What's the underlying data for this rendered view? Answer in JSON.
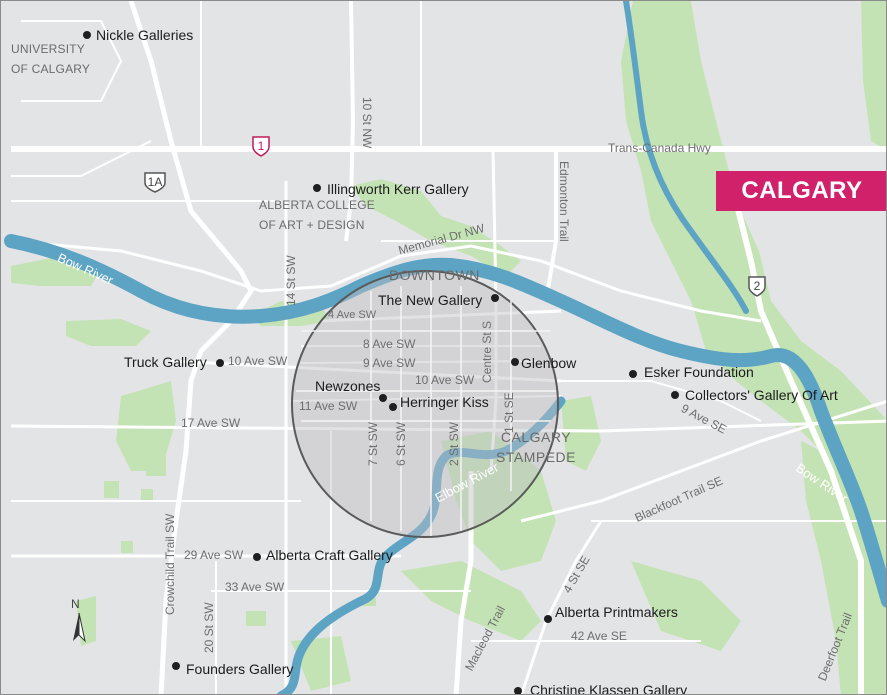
{
  "city": "CALGARY",
  "north": "N",
  "highways": [
    {
      "id": "hwy-1",
      "label": "1",
      "color": "#c2185b"
    },
    {
      "id": "hwy-1a",
      "label": "1A",
      "color": "#555555"
    },
    {
      "id": "hwy-2",
      "label": "2",
      "color": "#555555"
    }
  ],
  "areas": {
    "university": "UNIVERSITY OF CALGARY",
    "university_line1": "UNIVERSITY",
    "university_line2": "OF CALGARY",
    "acad_line1": "ALBERTA COLLEGE",
    "acad_line2": "OF ART + DESIGN",
    "downtown": "DOWNTOWN",
    "stampede_line1": "CALGARY",
    "stampede_line2": "STAMPEDE"
  },
  "rivers": {
    "bow_west": "Bow River",
    "bow_east": "Bow River",
    "elbow": "Elbow River"
  },
  "streets": {
    "trans_canada": "Trans-Canada Hwy",
    "ten_st_nw": "10 St NW",
    "edmonton_trail": "Edmonton Trail",
    "memorial_dr": "Memorial Dr NW",
    "fourteen_st_sw": "14 St SW",
    "four_ave_sw": "4 Ave SW",
    "eight_ave_sw": "8 Ave SW",
    "nine_ave_sw": "9 Ave SW",
    "ten_ave_sw_w": "10 Ave SW",
    "ten_ave_sw": "10 Ave SW",
    "eleven_ave_sw": "11 Ave SW",
    "seventeen_ave_sw": "17 Ave SW",
    "seven_st_sw": "7 St SW",
    "six_st_sw": "6 St SW",
    "two_st_sw": "2 St SW",
    "one_st_se": "1 St SE",
    "centre_st_s": "Centre St S",
    "nine_ave_se": "9 Ave SE",
    "blackfoot_trail": "Blackfoot Trail SE",
    "twenty_nine_ave_sw": "29 Ave SW",
    "thirty_three_ave_sw": "33 Ave SW",
    "crowchild_trail": "Crowchild Trail SW",
    "twenty_st_sw": "20 St SW",
    "macleod_trail": "Macleod Trail",
    "four_st_se": "4 St SE",
    "forty_two_ave_se": "42 Ave SE",
    "deerfoot_trail": "Deerfoot Trail"
  },
  "galleries": {
    "nickle": "Nickle Galleries",
    "illingworth": "Illingworth Kerr Gallery",
    "new_gallery": "The New Gallery",
    "truck": "Truck Gallery",
    "glenbow": "Glenbow",
    "esker": "Esker Foundation",
    "collectors": "Collectors' Gallery Of Art",
    "newzones": "Newzones",
    "herringer": "Herringer Kiss",
    "craft": "Alberta Craft Gallery",
    "printmakers": "Alberta Printmakers",
    "founders": "Founders Gallery",
    "klassen": "Christine Klassen Gallery"
  },
  "colors": {
    "land": "#e3e4e6",
    "park": "#c4e3b4",
    "river": "#5ca3c4",
    "road": "#ffffff",
    "city_badge": "#d1216a",
    "downtown_circle": "#5a5a5a"
  }
}
